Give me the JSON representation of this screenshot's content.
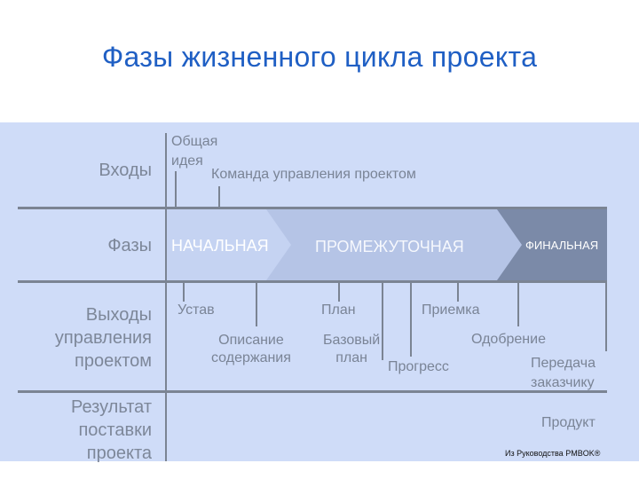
{
  "title": "Фазы жизненного цикла проекта",
  "rows": {
    "inputs": "Входы",
    "phases": "Фазы",
    "outputs": [
      "Выходы",
      "управления",
      "проектом"
    ],
    "deliverables": [
      "Результат",
      "поставки",
      "проекта"
    ]
  },
  "inputs": {
    "idea": [
      "Общая",
      "идея"
    ],
    "team": "Команда управления проектом"
  },
  "phases": [
    "НАЧАЛЬНАЯ",
    "ПРОМЕЖУТОЧНАЯ",
    "ФИНАЛЬНАЯ"
  ],
  "outputs": {
    "charter": "Устав",
    "scope": [
      "Описание",
      "содержания"
    ],
    "plan": "План",
    "baseline": [
      "Базовый",
      "план"
    ],
    "progress": "Прогресс",
    "acceptance": "Приемка",
    "approval": "Одобрение",
    "handover": [
      "Передача",
      "заказчику"
    ]
  },
  "deliverables": {
    "product": "Продукт"
  },
  "source": "Из Руководства PMBOK®",
  "colors": {
    "title": "#1f5fc4",
    "panel": "#cfdcf8",
    "phase_initial": "#c5d3f2",
    "phase_intermediate": "#b5c4e6",
    "phase_final": "#7b8aa8",
    "line": "#7b8493"
  }
}
